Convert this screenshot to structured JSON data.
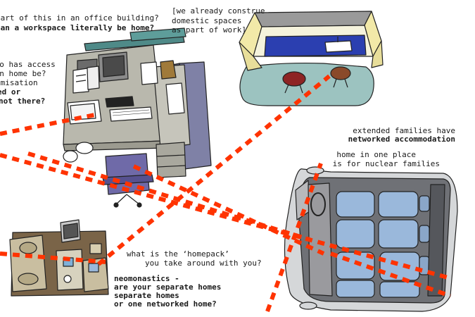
{
  "texts": {
    "office_question": {
      "line1": "part of this in an office building?",
      "line2": "can a workspace literally be home?"
    },
    "access_question": {
      "line1": "who has access",
      "line2": "can home be?",
      "line3": "omisation",
      "line4": "ed or",
      "line5": "not there?"
    },
    "domestic_note": {
      "line1": "[we already construe",
      "line2": "domestic spaces",
      "line3": "as part of work]"
    },
    "extended_families": {
      "line1": "extended families have",
      "line2": "networked accommodation"
    },
    "nuclear_families": {
      "line1": "home in one place",
      "line2": "is for nuclear families"
    },
    "homepack_question": {
      "line1": "what is the ‘homepack’",
      "line2": "you take around with you?"
    },
    "neomonastics": {
      "line1": "neomonastics -",
      "line2": "are your separate homes",
      "line3": "separate homes",
      "line4": "or one networked home?"
    }
  },
  "illustrations": [
    "office-cubicle-illustration",
    "domestic-room-illustration",
    "car-interior-illustration",
    "living-room-illustration"
  ],
  "colors": {
    "dotted_line": "#ff3300",
    "rug": "#9cc3c0",
    "car_seat": "#9ab8db",
    "desk": "#b9b8ad",
    "cubicle_panel": "#7f81a6",
    "room_wall": "#f2e9a8",
    "room_blue": "#2b3fb0",
    "floor_brown": "#7a6448",
    "sofa": "#c9bea0"
  }
}
